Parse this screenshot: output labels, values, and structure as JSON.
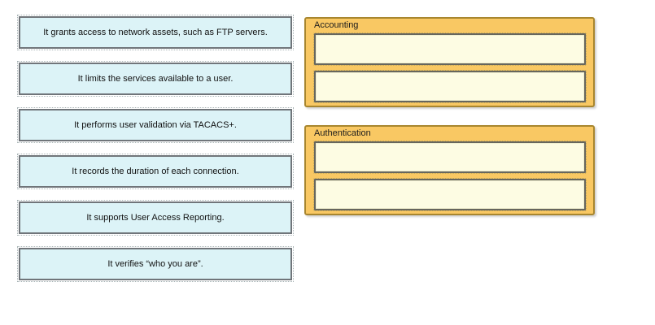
{
  "statements": [
    {
      "label": "It grants access to network assets, such as FTP servers."
    },
    {
      "label": "It limits the services available to a user."
    },
    {
      "label": "It performs user validation via TACACS+."
    },
    {
      "label": "It records the duration of each connection."
    },
    {
      "label": "It supports User Access Reporting."
    },
    {
      "label": "It verifies “who you are”."
    }
  ],
  "categories": [
    {
      "title": "Accounting",
      "slots": [
        "",
        ""
      ]
    },
    {
      "title": "Authentication",
      "slots": [
        "",
        ""
      ]
    }
  ],
  "colors": {
    "statement-bg": "#dcf3f7",
    "statement-border": "#70757a",
    "panel-bg": "#f9c863",
    "panel-border": "#a8862f",
    "zone-bg": "#fdfce3",
    "zone-border": "#66665e"
  }
}
